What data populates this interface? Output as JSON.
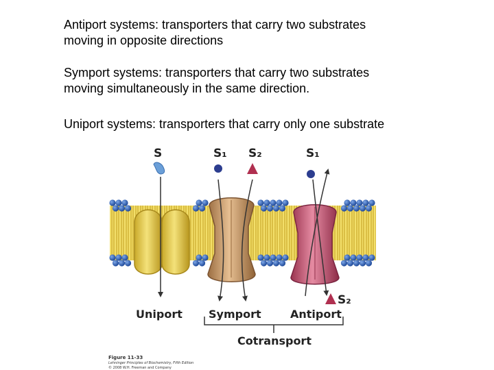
{
  "definitions": {
    "antiport": {
      "line1": "Antiport systems: transporters that carry two substrates",
      "line2": "moving in opposite directions"
    },
    "symport": {
      "line1": "Symport systems: transporters that carry two substrates",
      "line2": "moving simultaneously in the same direction."
    },
    "uniport": {
      "line1": "Uniport systems: transporters that carry only one substrate"
    }
  },
  "diagram": {
    "substrate_labels": {
      "s": "S",
      "s1_symport": "S₁",
      "s2_symport": "S₂",
      "s1_antiport": "S₁",
      "s2_antiport": "S₂"
    },
    "transporter_labels": {
      "uniport": "Uniport",
      "symport": "Symport",
      "antiport": "Antiport"
    },
    "group_label": "Cotransport",
    "figure_caption": {
      "title": "Figure 11-33",
      "line1": "Lehninger Principles of Biochemistry, Fifth Edition",
      "line2": "© 2008 W.H. Freeman and Company"
    },
    "colors": {
      "lipid_head": "#2f62b8",
      "lipid_tail": "#e6cf3c",
      "uniport_protein": "#e2c84a",
      "symport_protein": "#c99a6a",
      "antiport_protein": "#c9607a",
      "substrate_s1": "#2c3d8f",
      "substrate_s2": "#b03050",
      "substrate_s": "#6b9fd8"
    }
  }
}
